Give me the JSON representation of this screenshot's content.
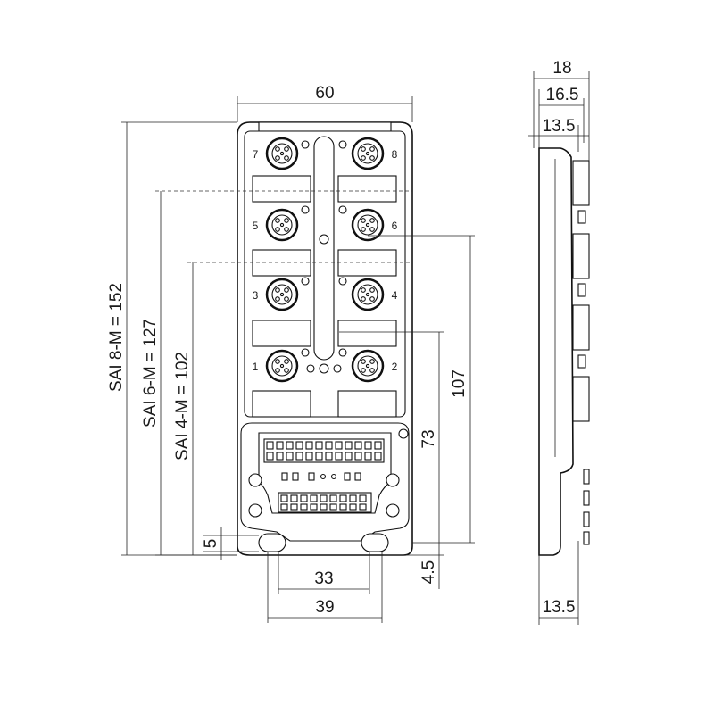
{
  "front_view": {
    "dimensions": {
      "width": "60",
      "height_8": "SAI 8-M = 152",
      "height_6": "SAI 6-M = 127",
      "height_4": "SAI 4-M = 102",
      "mount_107": "107",
      "mount_73": "73",
      "mount_5": "5",
      "mount_4_5": "4.5",
      "bottom_33": "33",
      "bottom_39": "39"
    },
    "ports": [
      "1",
      "2",
      "3",
      "4",
      "5",
      "6",
      "7",
      "8"
    ]
  },
  "side_view": {
    "dimensions": {
      "top_18": "18",
      "top_16_5": "16.5",
      "top_13_5": "13.5",
      "bottom_13_5": "13.5"
    }
  }
}
